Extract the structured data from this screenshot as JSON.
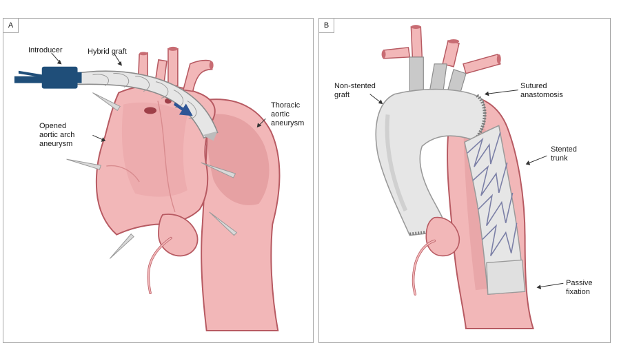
{
  "panels": {
    "a": {
      "letter": "A",
      "labels": {
        "introducer": "Introducer",
        "hybrid_graft": "Hybrid graft",
        "opened_arch": "Opened\naortic arch\naneurysm",
        "thoracic": "Thoracic\naortic\naneurysm"
      }
    },
    "b": {
      "letter": "B",
      "labels": {
        "non_stented": "Non-stented\ngraft",
        "sutured": "Sutured\nanastomosis",
        "stented_trunk": "Stented\ntrunk",
        "passive": "Passive\nfixation"
      }
    }
  },
  "colors": {
    "aorta_fill": "#f2b7b8",
    "aorta_dark": "#e29a9c",
    "aorta_outline": "#b75a62",
    "graft_fill": "#e6e6e6",
    "graft_outline": "#9a9a9a",
    "introducer": "#1f4e79",
    "arrow": "#2e5596"
  }
}
